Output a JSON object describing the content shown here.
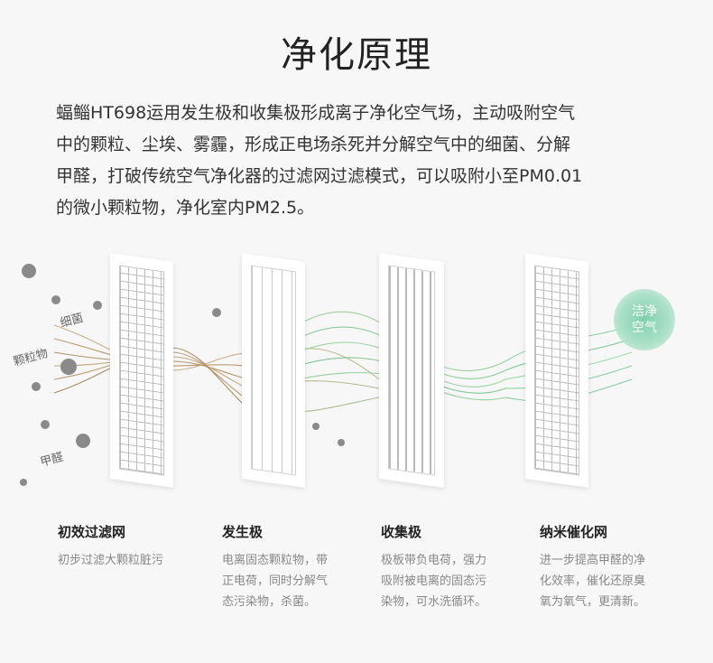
{
  "title": "净化原理",
  "intro": [
    "蝠鲻HT698运用发生极和收集极形成离子净化空气场，主动吸附空气",
    "中的颗粒、尘埃、雾霾，形成正电场杀死并分解空气中的细菌、分解",
    "甲醛，打破传统空气净化器的过滤网过滤模式，可以吸附小至PM0.01",
    "的微小颗粒物，净化室内PM2.5。"
  ],
  "labels": {
    "bacteria": "细菌",
    "particles": "颗粒物",
    "formaldehyde": "甲醛",
    "clean_air_1": "洁净",
    "clean_air_2": "空气"
  },
  "stages": [
    {
      "title": "初效过滤网",
      "lines": [
        "初步过滤大颗粒脏污"
      ]
    },
    {
      "title": "发生极",
      "lines": [
        "电离固态颗粒物，带",
        "正电荷，同时分解气",
        "态污染物，杀菌。"
      ]
    },
    {
      "title": "收集极",
      "lines": [
        "极板带负电荷，强力",
        "吸附被电离的固态污",
        "染物，可水洗循环。"
      ]
    },
    {
      "title": "纳米催化网",
      "lines": [
        "进一步提高甲醛的净",
        "化效率，催化还原臭",
        "氧为氧气，更清新。"
      ]
    }
  ],
  "colors": {
    "dirty_flow": "#b8925a",
    "clean_flow": "#7ccf95",
    "badge": "#8fd6b6"
  }
}
